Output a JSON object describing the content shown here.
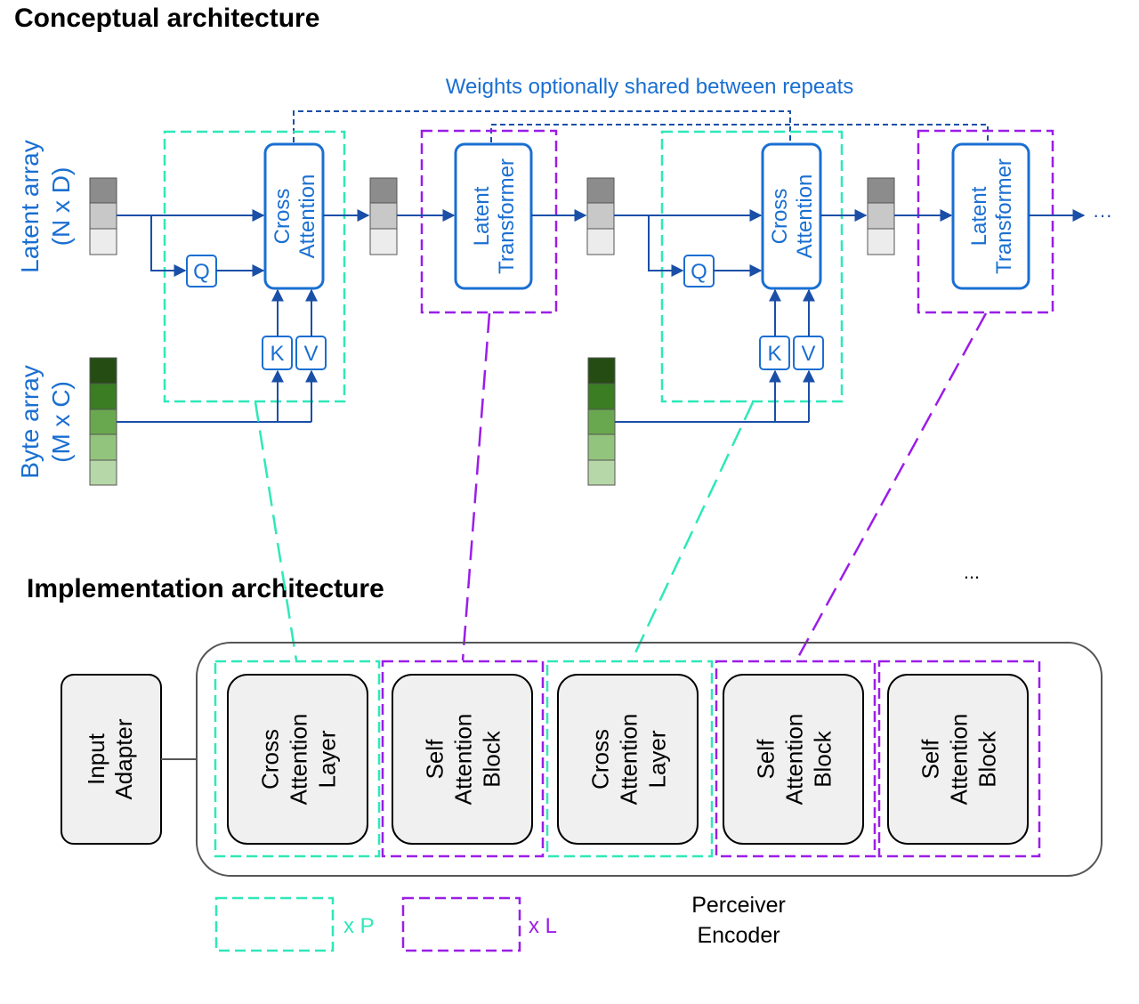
{
  "titles": {
    "conceptual": "Conceptual architecture",
    "implementation": "Implementation architecture"
  },
  "conceptual": {
    "shared_note": "Weights optionally shared between repeats",
    "latent_array_label": "Latent array",
    "latent_array_dims": "(N x D)",
    "byte_array_label": "Byte array",
    "byte_array_dims": "(M x C)",
    "cross_attention": [
      "Cross",
      "Attention"
    ],
    "latent_transformer": [
      "Latent",
      "Transformer"
    ],
    "query": "Q",
    "key": "K",
    "value": "V",
    "continuation": "···"
  },
  "implementation": {
    "input_adapter": [
      "Input",
      "Adapter"
    ],
    "cross_attention_layer": [
      "Cross",
      "Attention",
      "Layer"
    ],
    "self_attention_block": [
      "Self",
      "Attention",
      "Block"
    ],
    "ellipsis": "...",
    "encoder_label": [
      "Perceiver",
      "Encoder"
    ],
    "legend_p": "x P",
    "legend_l": "x L"
  },
  "colors": {
    "teal": "#2ee8b8",
    "purple": "#9b1de8",
    "blue_text": "#1a6fd1",
    "blue_line": "#1a4fa8",
    "box_fill": "#f0f0f0"
  }
}
